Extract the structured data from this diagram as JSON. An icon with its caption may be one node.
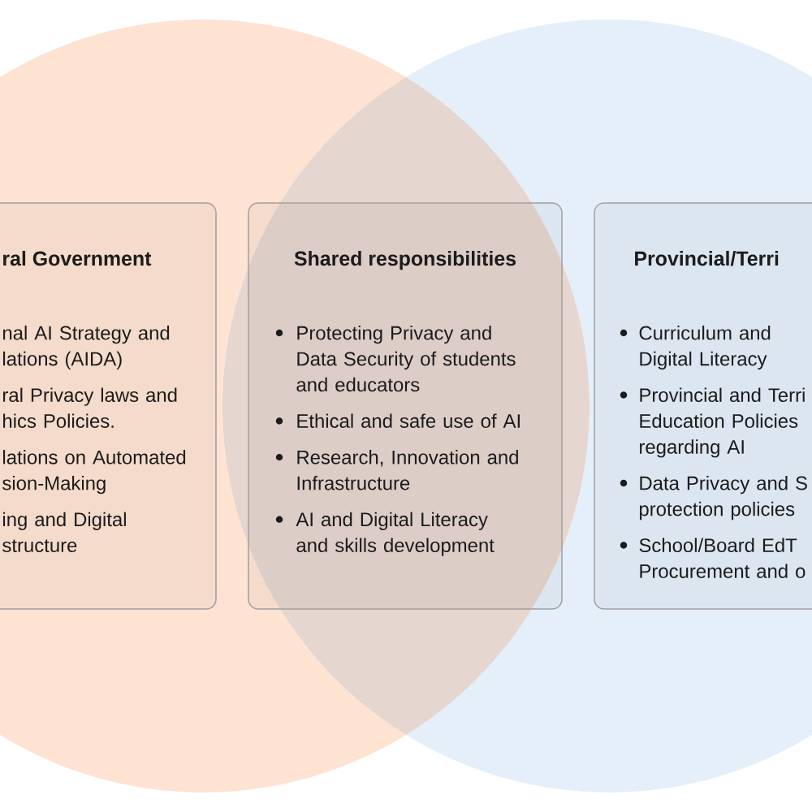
{
  "diagram": {
    "nodes": [
      {
        "text": [],
        "shape": "circle"
      },
      {
        "text": [],
        "shape": "circle"
      },
      {
        "text": [
          "ral Government",
          "nal AI Strategy and lations (AIDA)",
          "ral Privacy laws and hics Policies.",
          "lations on Automated sion-Making",
          "ing and Digital structure"
        ],
        "in": 0
      },
      {
        "text": [
          "Shared responsibilities",
          "Protecting Privacy and Data Security of students and educators",
          "Ethical and safe use of AI",
          "Research, Innovation and Infrastructure",
          "AI and Digital Literacy and skills development"
        ]
      },
      {
        "text": [
          "Provincial/Terri",
          "Curriculum and Digital Literacy",
          "Provincial and Terri Education Policies regarding AI",
          "Data Privacy and S protection policies",
          "School/Board EdT Procurement and o"
        ],
        "in": 1
      }
    ]
  }
}
